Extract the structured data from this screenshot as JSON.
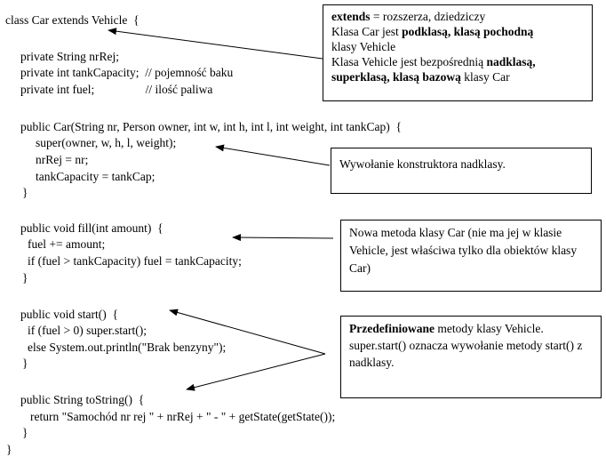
{
  "code": {
    "lines": [
      "class Car extends Vehicle  {",
      "private String nrRej;",
      "private int tankCapacity;  // pojemność baku",
      "private int fuel;                 // ilość paliwa",
      "public Car(String nr, Person owner, int w, int h, int l, int weight, int tankCap)  {",
      "super(owner, w, h, l, weight);",
      "nrRej = nr;",
      "tankCapacity = tankCap;",
      "}",
      "public void fill(int amount)  {",
      "fuel += amount;",
      "if (fuel > tankCapacity) fuel = tankCapacity;",
      "}",
      "public void start()  {",
      "if (fuel > 0) super.start();",
      "else System.out.println(\"Brak benzyny\");",
      "}",
      "public String toString()  {",
      "return \"Samochód nr rej \" + nrRej + \" - \" + getState(getState());",
      "}",
      "}"
    ]
  },
  "notes": {
    "extends": {
      "kw": "extends",
      "t1": " = rozszerza, dziedziczy",
      "t2": "Klasa Car jest ",
      "b2": "podklasą, klasą pochodną",
      "t3": "klasy Vehicle",
      "t4": "Klasa Vehicle jest bezpośrednią ",
      "b4": "nadklasą,",
      "b5": "superklasą, klasą bazową",
      "t5": " klasy Car"
    },
    "constructor": {
      "text": "Wywołanie konstruktora nadklasy."
    },
    "fill": {
      "text": "Nowa metoda klasy Car (nie ma jej w klasie Vehicle, jest właściwa tylko dla obiektów klasy Car)"
    },
    "override": {
      "kw": "Przedefiniowane",
      "t1": " metody klasy Vehicle.",
      "t2": "super.start() oznacza wywołanie metody start() z nadklasy."
    }
  }
}
